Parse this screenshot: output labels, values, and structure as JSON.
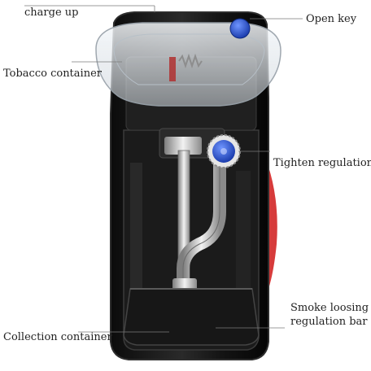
{
  "callouts": {
    "charge_up": "charge up",
    "open_key": "Open key",
    "tobacco_container": "Tobacco container",
    "tighten_regulation": "Tighten regulation",
    "smoke_loosing_line1": "Smoke loosing",
    "smoke_loosing_line2": "regulation bar",
    "collection_container": "Collection container"
  },
  "colors": {
    "body": "#141414",
    "body_edge": "#2d2d2d",
    "accent_red": "#d63b3b",
    "knob_blue": "#1e4fd6",
    "metal": "#c9c9c9",
    "leader_line": "#7a7a7a",
    "label_text": "#222222"
  }
}
